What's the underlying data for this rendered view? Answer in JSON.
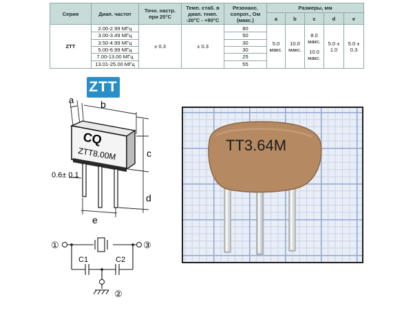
{
  "table": {
    "headers": {
      "series": "Серия",
      "freq_range": "Диап. частот",
      "accuracy": "Точн. настр. при 25°C",
      "temp_stab": "Темп. стаб. в диап. темп. -20°C - +80°C",
      "resonance": "Резонанс. сопрот., Ом (макс.)",
      "dimensions": "Размеры, мм",
      "dim_a": "a",
      "dim_b": "b",
      "dim_c": "c",
      "dim_d": "d",
      "dim_e": "e"
    },
    "row": {
      "series": "ZTT",
      "freq_ranges": [
        "2.00-2.99 МГц",
        "3.00-3.49 МГц",
        "3.50-4.99 МГц",
        "5.00-6.99 МГц",
        "7.00-13.00 МГц",
        "13.01-25.00 МГц"
      ],
      "accuracy": "± 0.3",
      "temp_stab": "± 0.3",
      "resistances": [
        "80",
        "50",
        "30",
        "30",
        "25",
        "55"
      ],
      "a": [
        "5.0",
        "макс."
      ],
      "b": [
        "10.0",
        "макс."
      ],
      "c_top": [
        "8.0",
        "макс."
      ],
      "c_bottom": [
        "10.0",
        "макс."
      ],
      "d": [
        "5.0 ±",
        "1.0"
      ],
      "e": [
        "5.0 ±",
        "0.3"
      ]
    }
  },
  "badge": "ZTT",
  "drawing": {
    "logo": "CQ",
    "marking": "ZTT8.00M",
    "dim_a": "a",
    "dim_b": "b",
    "dim_c": "c",
    "dim_d": "d",
    "dim_e": "e",
    "pin_dia": "0.6± 0.1"
  },
  "schematic": {
    "pin1": "①",
    "pin2": "②",
    "pin3": "③",
    "c1": "C1",
    "c2": "C2"
  },
  "photo": {
    "marking": "TT3.64M"
  },
  "colors": {
    "header_bg": "#c7dcd8",
    "badge_bg": "#2a8ec6",
    "body_tan": "#b58a62",
    "grid_major": "#8fa7d2"
  }
}
